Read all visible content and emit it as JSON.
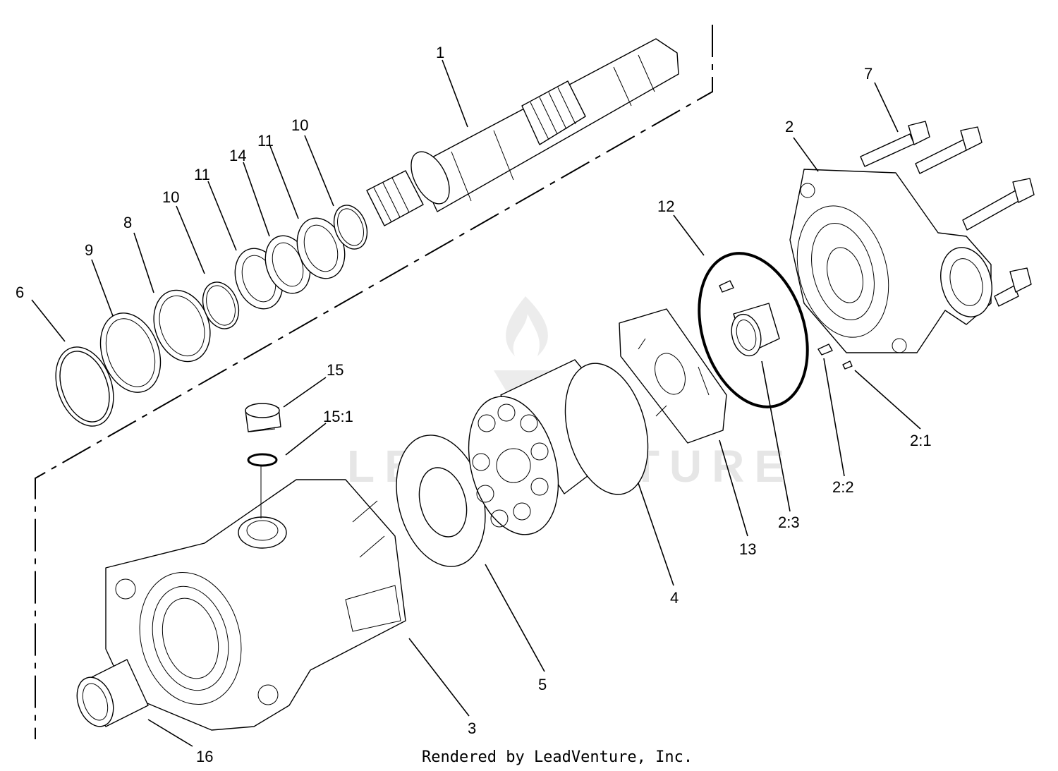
{
  "callouts": {
    "c1": "1",
    "c2": "2",
    "c3": "3",
    "c4": "4",
    "c5": "5",
    "c6": "6",
    "c7": "7",
    "c8": "8",
    "c9": "9",
    "c10a": "10",
    "c10b": "10",
    "c11a": "11",
    "c11b": "11",
    "c12": "12",
    "c13": "13",
    "c14": "14",
    "c15": "15",
    "c15_1": "15:1",
    "c16": "16",
    "c2_1": "2:1",
    "c2_2": "2:2",
    "c2_3": "2:3"
  },
  "footer": "Rendered by LeadVenture, Inc.",
  "watermark": "LEADVENTURE",
  "colors": {
    "line": "#000000",
    "background": "#ffffff",
    "watermark": "#e6e6e6"
  }
}
